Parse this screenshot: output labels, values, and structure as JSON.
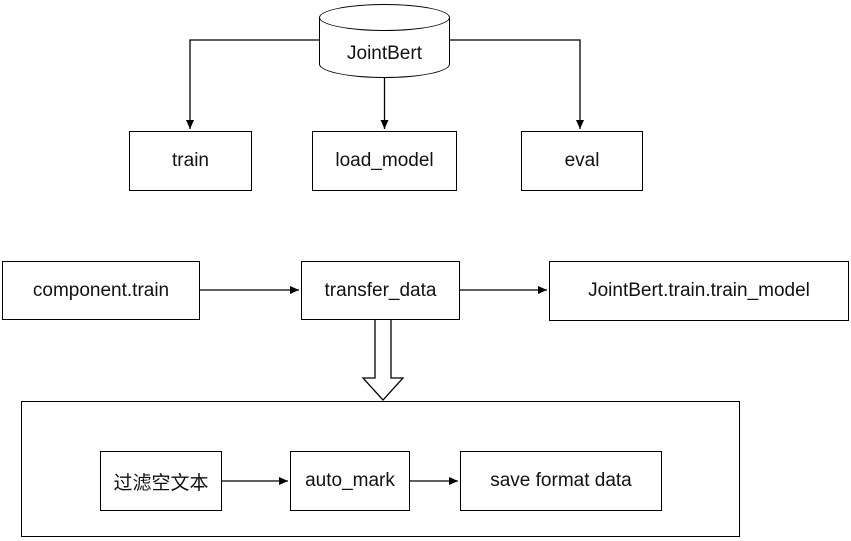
{
  "diagram": {
    "background_color": "#ffffff",
    "line_color": "#000000",
    "text_color": "#111111",
    "nodes": {
      "jointbert": {
        "label": "JointBert",
        "shape": "cylinder"
      },
      "train": {
        "label": "train",
        "shape": "rect"
      },
      "load_model": {
        "label": "load_model",
        "shape": "rect"
      },
      "eval": {
        "label": "eval",
        "shape": "rect"
      },
      "component_train": {
        "label": "component.train",
        "shape": "rect"
      },
      "transfer_data": {
        "label": "transfer_data",
        "shape": "rect"
      },
      "jointbert_train_train_model": {
        "label": "JointBert.train.train_model",
        "shape": "rect"
      },
      "filter_empty_text": {
        "label": "过滤空文本",
        "shape": "rect"
      },
      "auto_mark": {
        "label": "auto_mark",
        "shape": "rect"
      },
      "save_format_data": {
        "label": "save format data",
        "shape": "rect"
      },
      "pipeline_container": {
        "label": "",
        "shape": "container-rect"
      }
    },
    "edges": [
      {
        "from": "jointbert",
        "to": "train",
        "style": "orthogonal-arrow"
      },
      {
        "from": "jointbert",
        "to": "load_model",
        "style": "straight-arrow"
      },
      {
        "from": "jointbert",
        "to": "eval",
        "style": "orthogonal-arrow"
      },
      {
        "from": "component_train",
        "to": "transfer_data",
        "style": "straight-arrow"
      },
      {
        "from": "transfer_data",
        "to": "jointbert_train_train_model",
        "style": "straight-arrow"
      },
      {
        "from": "transfer_data",
        "to": "pipeline_container",
        "style": "hollow-block-arrow"
      },
      {
        "from": "filter_empty_text",
        "to": "auto_mark",
        "style": "straight-arrow"
      },
      {
        "from": "auto_mark",
        "to": "save_format_data",
        "style": "straight-arrow"
      }
    ]
  }
}
